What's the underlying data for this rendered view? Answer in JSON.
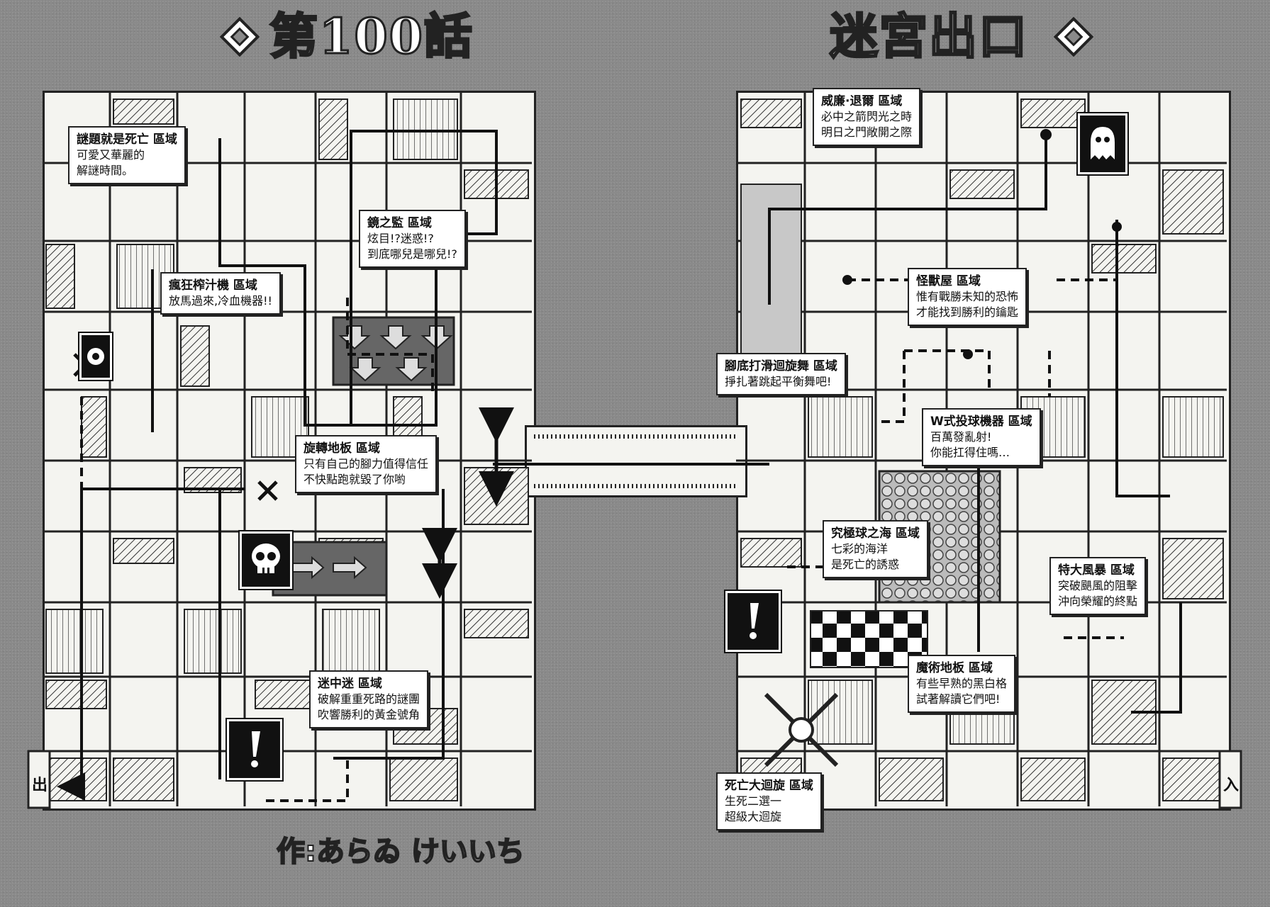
{
  "header": {
    "title_left": "第100話",
    "title_right": "迷宮出口"
  },
  "author": "作:あらゐ けいいち",
  "gates": {
    "left": "出",
    "right": "入"
  },
  "zones": [
    {
      "id": "riddle",
      "title": "謎題就是死亡 區域",
      "lines": [
        "可愛又華麗的",
        "解謎時間。"
      ]
    },
    {
      "id": "mirror",
      "title": "鏡之監 區域",
      "lines": [
        "炫目!?迷惑!?",
        "到底哪兒是哪兒!?"
      ]
    },
    {
      "id": "juicer",
      "title": "瘋狂榨汁機 區域",
      "lines": [
        "放馬過來,冷血機器!!"
      ]
    },
    {
      "id": "rotate",
      "title": "旋轉地板 區域",
      "lines": [
        "只有自己的腳力值得信任",
        "不快點跑就毀了你喲"
      ]
    },
    {
      "id": "maze",
      "title": "迷中迷 區域",
      "lines": [
        "破解重重死路的謎團",
        "吹響勝利的黃金號角"
      ]
    },
    {
      "id": "willo",
      "title": "威廉·退爾 區域",
      "lines": [
        "必中之箭閃光之時",
        "明日之門敞開之際"
      ]
    },
    {
      "id": "monster",
      "title": "怪獸屋 區域",
      "lines": [
        "惟有戰勝未知的恐怖",
        "才能找到勝利的鑰匙"
      ]
    },
    {
      "id": "slip",
      "title": "腳底打滑迴旋舞 區域",
      "lines": [
        "掙扎著跳起平衡舞吧!"
      ]
    },
    {
      "id": "pitcher",
      "title": "W式投球機器 區域",
      "lines": [
        "百萬發亂射!",
        "你能扛得住嗎…"
      ]
    },
    {
      "id": "ballsea",
      "title": "究極球之海 區域",
      "lines": [
        "七彩的海洋",
        "是死亡的誘惑"
      ]
    },
    {
      "id": "storm",
      "title": "特大風暴 區域",
      "lines": [
        "突破颶風的阻擊",
        "沖向榮耀的終點"
      ]
    },
    {
      "id": "magic",
      "title": "魔術地板 區域",
      "lines": [
        "有些早熟的黑白格",
        "試著解讀它們吧!"
      ]
    },
    {
      "id": "spin",
      "title": "死亡大迴旋 區域",
      "lines": [
        "生死二選一",
        "超級大迴旋"
      ]
    }
  ]
}
